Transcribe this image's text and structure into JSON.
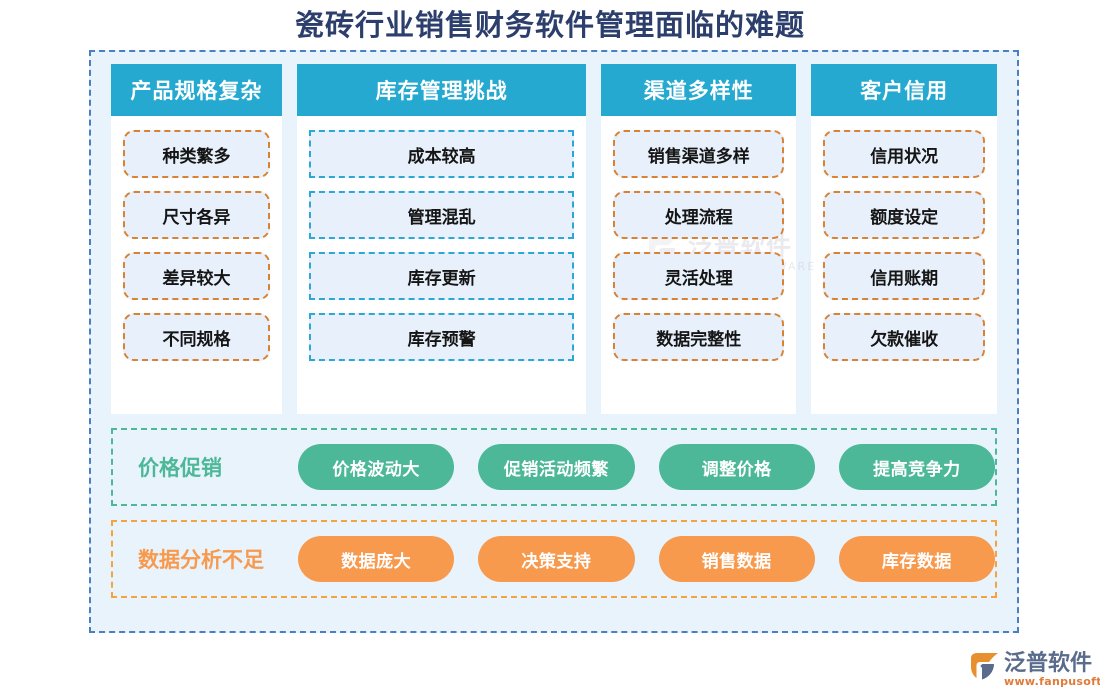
{
  "title": "瓷砖行业销售财务软件管理面临的难题",
  "colors": {
    "header_cyan": "#25a9d0",
    "panel_bg": "#e9f3fc",
    "panel_border": "#4a7fc1",
    "chip_orange": "#d98234",
    "chip_cyan": "#2ba8d5",
    "green": "#4cb897",
    "orange": "#f79a4e",
    "title_navy": "#2c3e6b"
  },
  "columns": [
    {
      "header": "产品规格复杂",
      "chip_style": "orange",
      "items": [
        "种类繁多",
        "尺寸各异",
        "差异较大",
        "不同规格"
      ]
    },
    {
      "header": "库存管理挑战",
      "chip_style": "cyan",
      "items": [
        "成本较高",
        "管理混乱",
        "库存更新",
        "库存预警"
      ]
    },
    {
      "header": "渠道多样性",
      "chip_style": "orange",
      "items": [
        "销售渠道多样",
        "处理流程",
        "灵活处理",
        "数据完整性"
      ]
    },
    {
      "header": "客户信用",
      "chip_style": "orange",
      "items": [
        "信用状况",
        "额度设定",
        "信用账期",
        "欠款催收"
      ]
    }
  ],
  "banners": [
    {
      "label": "价格促销",
      "theme": "green",
      "pills": [
        "价格波动大",
        "促销活动频繁",
        "调整价格",
        "提高竞争力"
      ]
    },
    {
      "label": "数据分析不足",
      "theme": "orange",
      "pills": [
        "数据庞大",
        "决策支持",
        "销售数据",
        "库存数据"
      ]
    }
  ],
  "watermark": {
    "cn": "泛普软件",
    "en": "FANPU SOFTWARE"
  },
  "brand": {
    "cn": "泛普软件",
    "url": "www.fanpusoft.com"
  }
}
